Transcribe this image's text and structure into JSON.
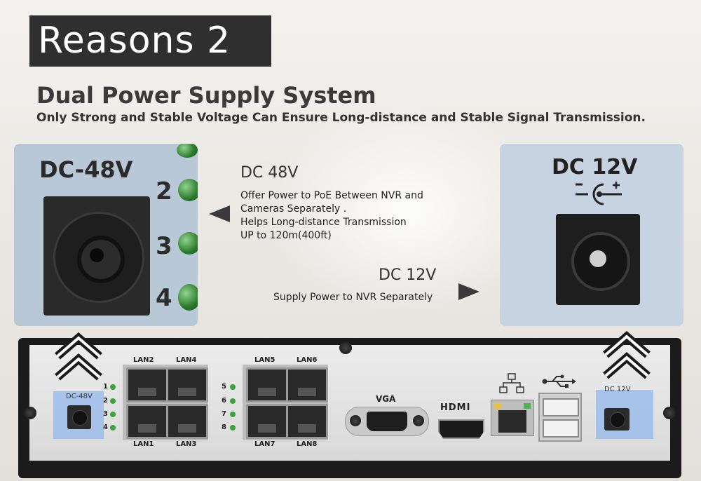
{
  "header": {
    "title": "Reasons 2",
    "heading": "Dual Power Supply System",
    "subheading": "Only Strong and Stable Voltage Can Ensure Long-distance and Stable Signal Transmission."
  },
  "left_photo": {
    "label": "DC-48V",
    "numbers": [
      "2",
      "3",
      "4"
    ]
  },
  "right_photo": {
    "label": "DC 12V"
  },
  "callout_48v": {
    "title": "DC 48V",
    "lines": [
      "Offer Power to PoE Between NVR and",
      "Cameras Separately .",
      "Helps Long-distance Transmission",
      "UP to 120m(400ft)"
    ]
  },
  "callout_12v": {
    "title": "DC 12V",
    "body": "Supply Power to NVR Separately"
  },
  "panel": {
    "dc48_label": "DC-48V",
    "dc12_label": "DC 12V",
    "led_left": [
      "1",
      "2",
      "3",
      "4"
    ],
    "led_right": [
      "5",
      "6",
      "7",
      "8"
    ],
    "lan_top_left": [
      "LAN2",
      "LAN4"
    ],
    "lan_bottom_left": [
      "LAN1",
      "LAN3"
    ],
    "lan_top_right": [
      "LAN5",
      "LAN6"
    ],
    "lan_bottom_right": [
      "LAN7",
      "LAN8"
    ],
    "vga_label": "VGA",
    "hdmi_label": "HDMI"
  },
  "colors": {
    "title_bg": "#2f2f2f",
    "highlight": "#78aaf0",
    "led_green": "#3aa33a"
  },
  "icons": [
    "network-icon",
    "usb-icon",
    "dc-polarity-icon",
    "chevron-up-icon",
    "arrow-left-icon",
    "arrow-right-icon"
  ]
}
